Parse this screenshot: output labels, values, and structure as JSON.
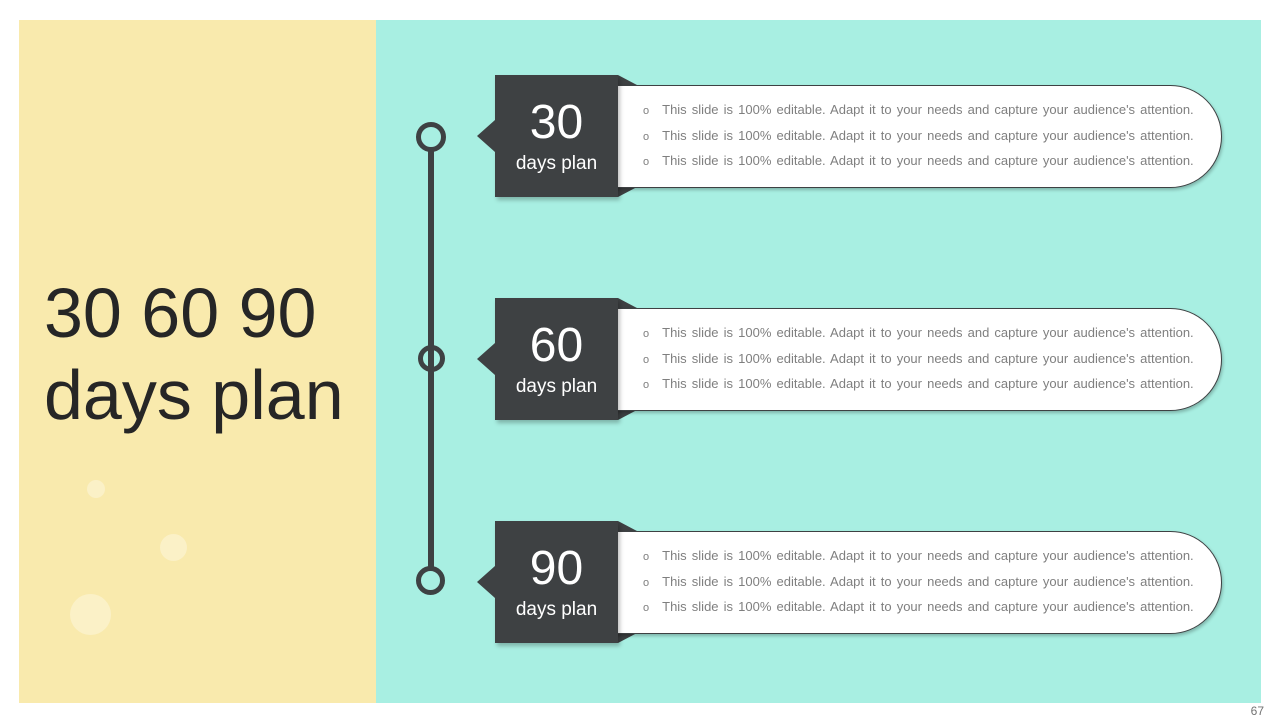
{
  "slide": {
    "title": {
      "line1": "30 60 90",
      "line2": "days plan"
    },
    "page_number": "67"
  },
  "ui": {
    "bullet_marker": "o"
  },
  "colors": {
    "left_panel_yellow": "#f9eaad",
    "right_panel_teal": "#a8efe2",
    "badge_dark": "#3e4143",
    "bullet_text_gray": "#7f7f7f",
    "title_text": "#262626",
    "box_background": "#ffffff"
  },
  "milestones": [
    {
      "number": "30",
      "label": "days plan",
      "bullets": [
        "This slide is 100% editable. Adapt it to your needs and capture your audience's attention.",
        "This slide is 100% editable. Adapt it to your needs and capture your audience's attention.",
        "This slide is 100% editable. Adapt it to your needs and capture your audience's attention."
      ]
    },
    {
      "number": "60",
      "label": "days plan",
      "bullets": [
        "This slide is 100% editable. Adapt it to your needs and capture your audience's attention.",
        "This slide is 100% editable. Adapt it to your needs and capture your audience's attention.",
        "This slide is 100% editable. Adapt it to your needs and capture your audience's attention."
      ]
    },
    {
      "number": "90",
      "label": "days plan",
      "bullets": [
        "This slide is 100% editable. Adapt it to your needs and capture your audience's attention.",
        "This slide is 100% editable. Adapt it to your needs and capture your audience's attention.",
        "This slide is 100% editable. Adapt it to your needs and capture your audience's attention."
      ]
    }
  ]
}
